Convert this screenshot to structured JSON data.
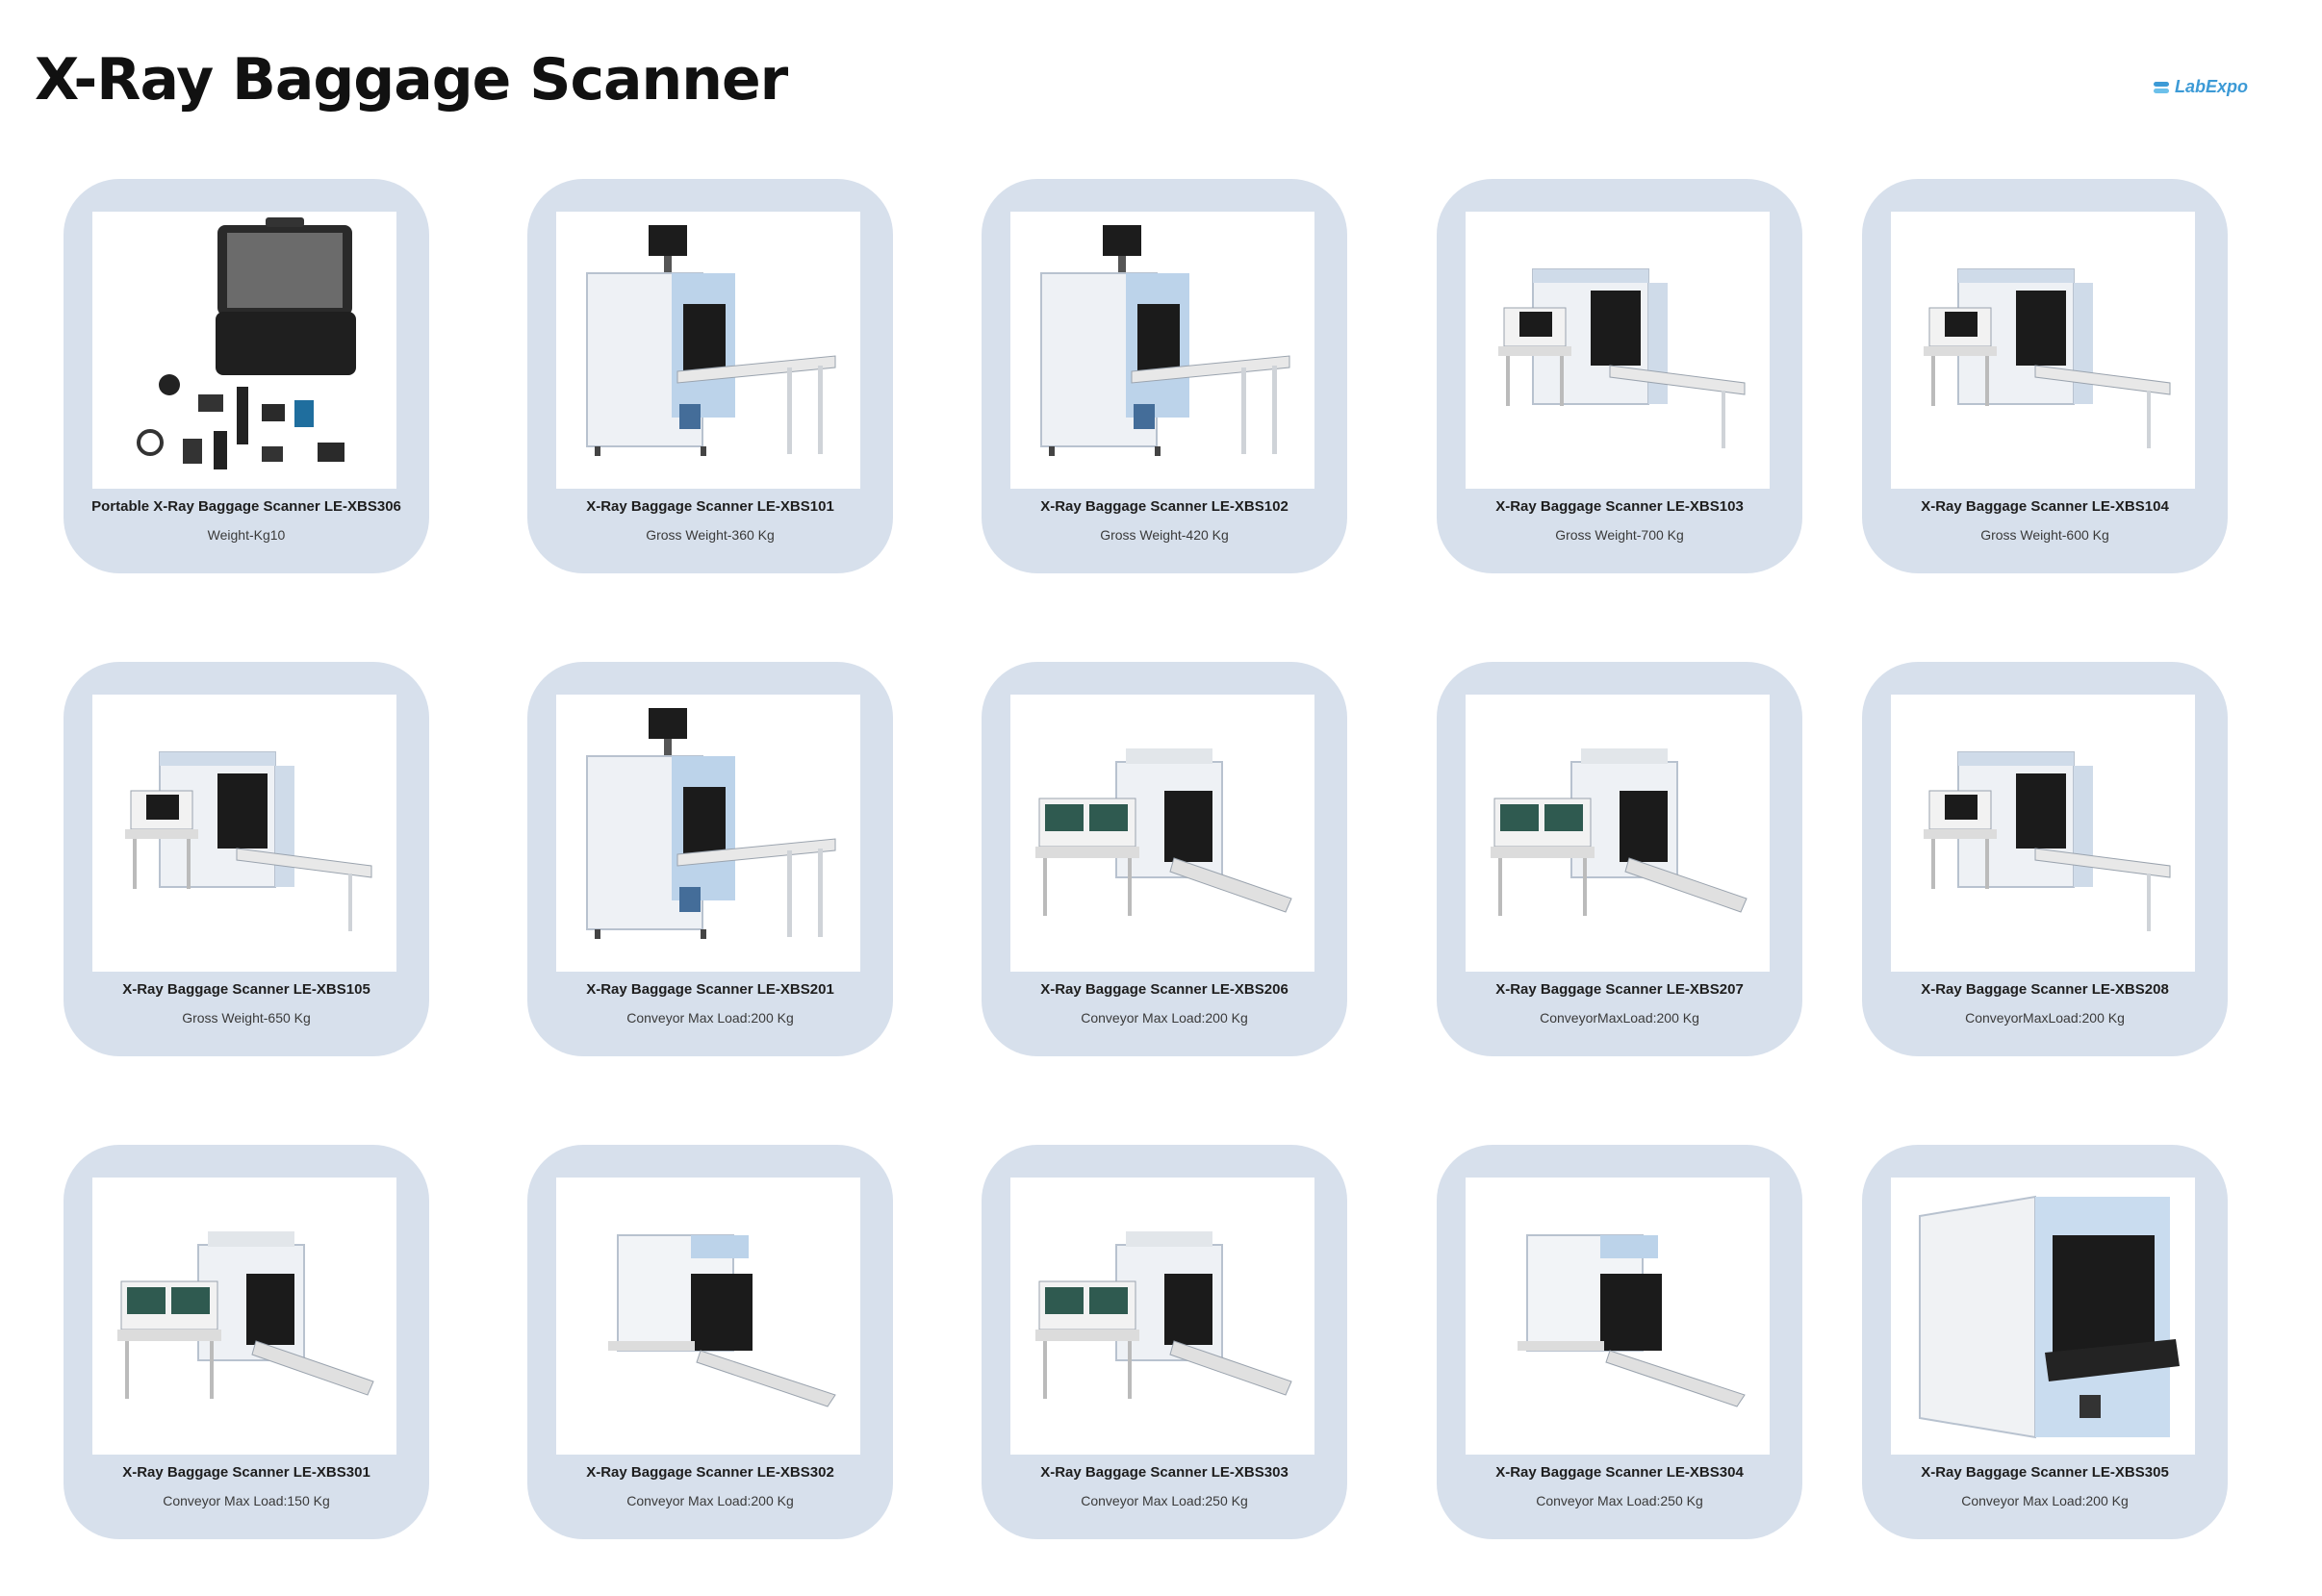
{
  "page": {
    "title": "X-Ray Baggage Scanner",
    "logo_text": "LabExpo"
  },
  "products": [
    {
      "name": "Portable X-Ray Baggage Scanner LE-XBS306",
      "spec": "Weight-Kg10",
      "icon": "portable-case-icon"
    },
    {
      "name": "X-Ray Baggage Scanner LE-XBS101",
      "spec": "Gross Weight-360 Kg",
      "icon": "scanner-monitor-icon"
    },
    {
      "name": "X-Ray Baggage Scanner LE-XBS102",
      "spec": "Gross Weight-420 Kg",
      "icon": "scanner-monitor-icon"
    },
    {
      "name": "X-Ray Baggage Scanner LE-XBS103",
      "spec": "Gross Weight-700 Kg",
      "icon": "scanner-desk-icon"
    },
    {
      "name": "X-Ray Baggage Scanner LE-XBS104",
      "spec": "Gross Weight-600 Kg",
      "icon": "scanner-desk-icon"
    },
    {
      "name": "X-Ray Baggage Scanner LE-XBS105",
      "spec": "Gross Weight-650 Kg",
      "icon": "scanner-desk-icon"
    },
    {
      "name": "X-Ray Baggage Scanner LE-XBS201",
      "spec": "Conveyor Max Load:200 Kg",
      "icon": "scanner-monitor-icon"
    },
    {
      "name": "X-Ray Baggage Scanner LE-XBS206",
      "spec": "Conveyor Max Load:200 Kg",
      "icon": "scanner-dual-icon"
    },
    {
      "name": "X-Ray Baggage Scanner LE-XBS207",
      "spec": "ConveyorMaxLoad:200 Kg",
      "icon": "scanner-dual-icon"
    },
    {
      "name": "X-Ray Baggage Scanner LE-XBS208",
      "spec": "ConveyorMaxLoad:200 Kg",
      "icon": "scanner-desk-icon"
    },
    {
      "name": "X-Ray Baggage Scanner LE-XBS301",
      "spec": "Conveyor Max Load:150 Kg",
      "icon": "scanner-dual-icon"
    },
    {
      "name": "X-Ray Baggage Scanner LE-XBS302",
      "spec": "Conveyor Max Load:200 Kg",
      "icon": "scanner-ramp-icon"
    },
    {
      "name": "X-Ray Baggage Scanner LE-XBS303",
      "spec": "Conveyor Max Load:250 Kg",
      "icon": "scanner-dual-icon"
    },
    {
      "name": "X-Ray Baggage Scanner LE-XBS304",
      "spec": "Conveyor Max Load:250 Kg",
      "icon": "scanner-ramp-icon"
    },
    {
      "name": "X-Ray Baggage Scanner LE-XBS305",
      "spec": "Conveyor Max Load:200 Kg",
      "icon": "scanner-large-icon"
    }
  ]
}
